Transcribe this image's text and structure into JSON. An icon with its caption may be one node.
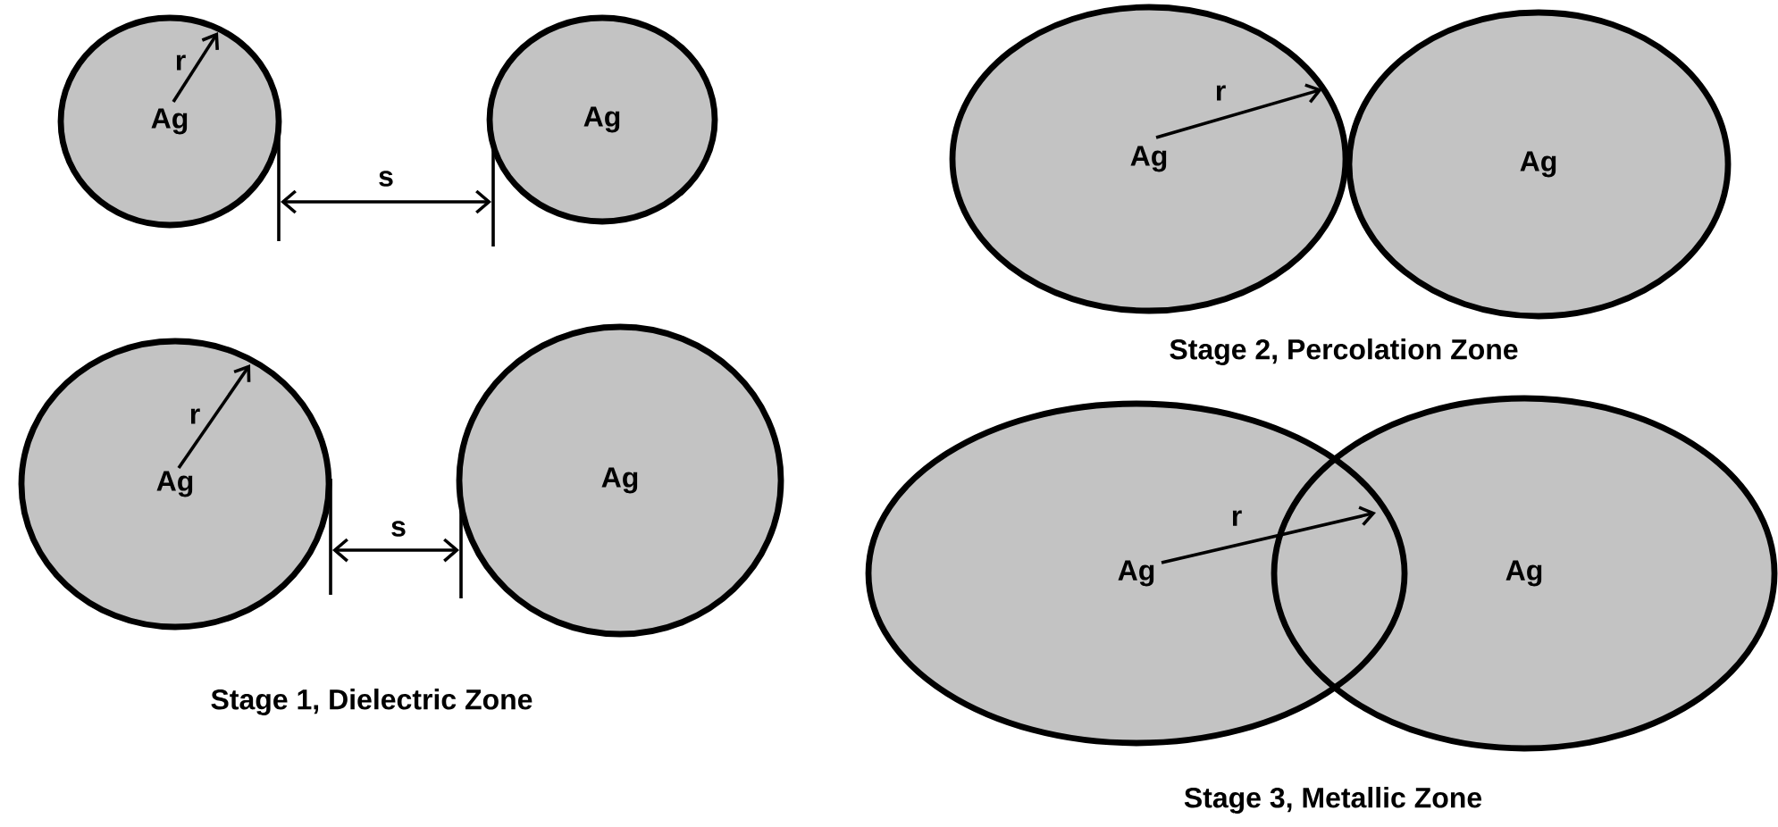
{
  "diagram": {
    "nodes": [
      {
        "text": [
          "Ag"
        ]
      },
      {
        "text": [
          "Ag"
        ]
      },
      {
        "text": [
          "Ag"
        ]
      },
      {
        "text": [
          "Ag"
        ]
      },
      {
        "text": [
          "Ag"
        ]
      },
      {
        "text": [
          "Ag"
        ]
      },
      {
        "text": [
          "Ag"
        ]
      },
      {
        "text": [
          "Ag"
        ]
      }
    ],
    "labels": [
      "r",
      "s",
      "r",
      "s",
      "Stage 1, Dielectric Zone",
      "r",
      "Stage 2, Percolation Zone",
      "r",
      "Stage 3, Metallic Zone"
    ]
  }
}
